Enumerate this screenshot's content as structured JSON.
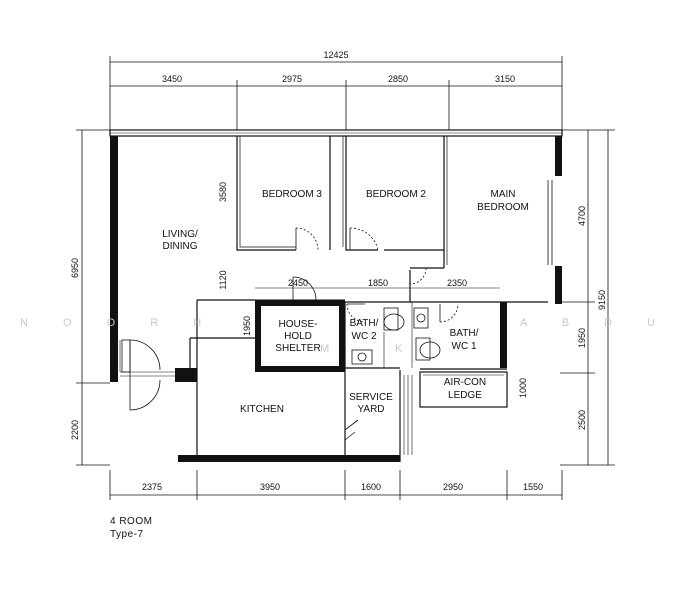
{
  "overall_width": "12425",
  "overall_height": "9150",
  "top_dims": [
    "3450",
    "2975",
    "2850",
    "3150"
  ],
  "bottom_dims": [
    "2375",
    "3950",
    "1600",
    "2950",
    "1550"
  ],
  "left_dims": [
    "6950",
    "2200"
  ],
  "right_dims": [
    "4700",
    "1950",
    "2500"
  ],
  "inner_dims": {
    "bedroom_height": "3580",
    "corridor_height": "1120",
    "shelter_height": "1950",
    "corr_2450": "2450",
    "corr_1850": "1850",
    "corr_2350": "2350",
    "aircon_1000": "1000"
  },
  "rooms": {
    "living": [
      "LIVING/",
      "DINING"
    ],
    "bedroom3": "BEDROOM 3",
    "bedroom2": "BEDROOM 2",
    "main_bedroom": [
      "MAIN",
      "BEDROOM"
    ],
    "shelter": [
      "HOUSE-",
      "HOLD",
      "SHELTER"
    ],
    "bath2": [
      "BATH/",
      "WC 2"
    ],
    "bath1": [
      "BATH/",
      "WC 1"
    ],
    "kitchen": "KITCHEN",
    "service_yard": [
      "SERVICE",
      "YARD"
    ],
    "aircon": [
      "AIR-CON",
      "LEDGE"
    ]
  },
  "watermark": [
    "N O O R   H",
    "A B D U L",
    "M",
    "K"
  ],
  "caption": {
    "type_name": "4 ROOM",
    "type_code": "Type-7"
  }
}
